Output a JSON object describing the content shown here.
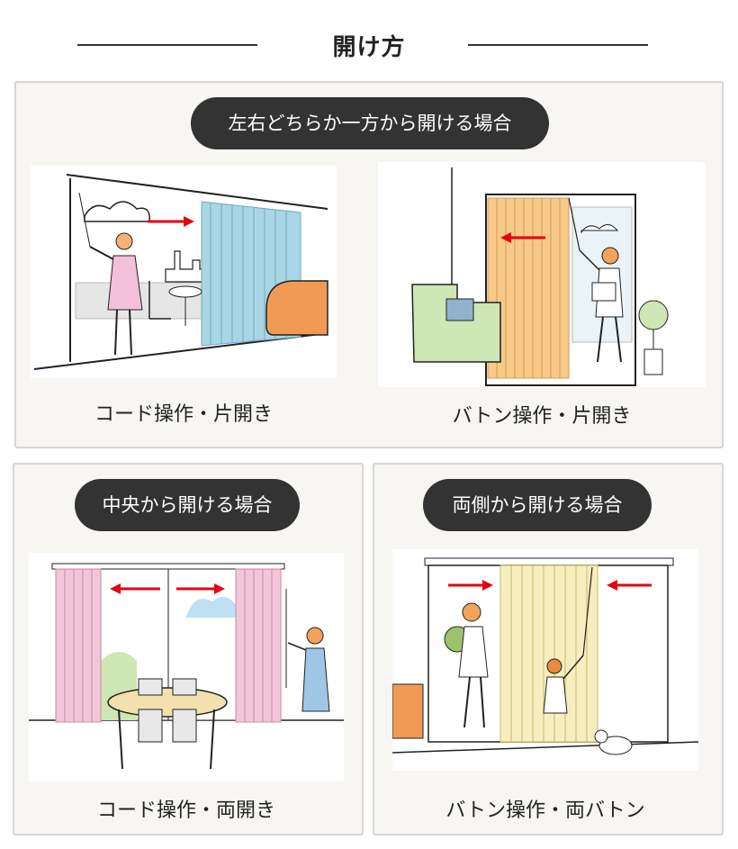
{
  "page": {
    "title": "開け方"
  },
  "sections": {
    "one_side": {
      "heading": "左右どちらか一方から開ける場合",
      "items": [
        {
          "caption": "コード操作・片開き"
        },
        {
          "caption": "バトン操作・片開き"
        }
      ]
    },
    "center": {
      "heading": "中央から開ける場合",
      "caption": "コード操作・両開き"
    },
    "both_sides": {
      "heading": "両側から開ける場合",
      "caption": "バトン操作・両バトン"
    }
  },
  "colors": {
    "pill_bg": "#333333",
    "panel_bg": "#f7f6f2",
    "arrow": "#e60012",
    "blind_blue": "#a9d6e6",
    "blind_orange": "#f7c98a",
    "blind_pink": "#f3c5d9",
    "blind_yellow": "#f7eec0"
  }
}
